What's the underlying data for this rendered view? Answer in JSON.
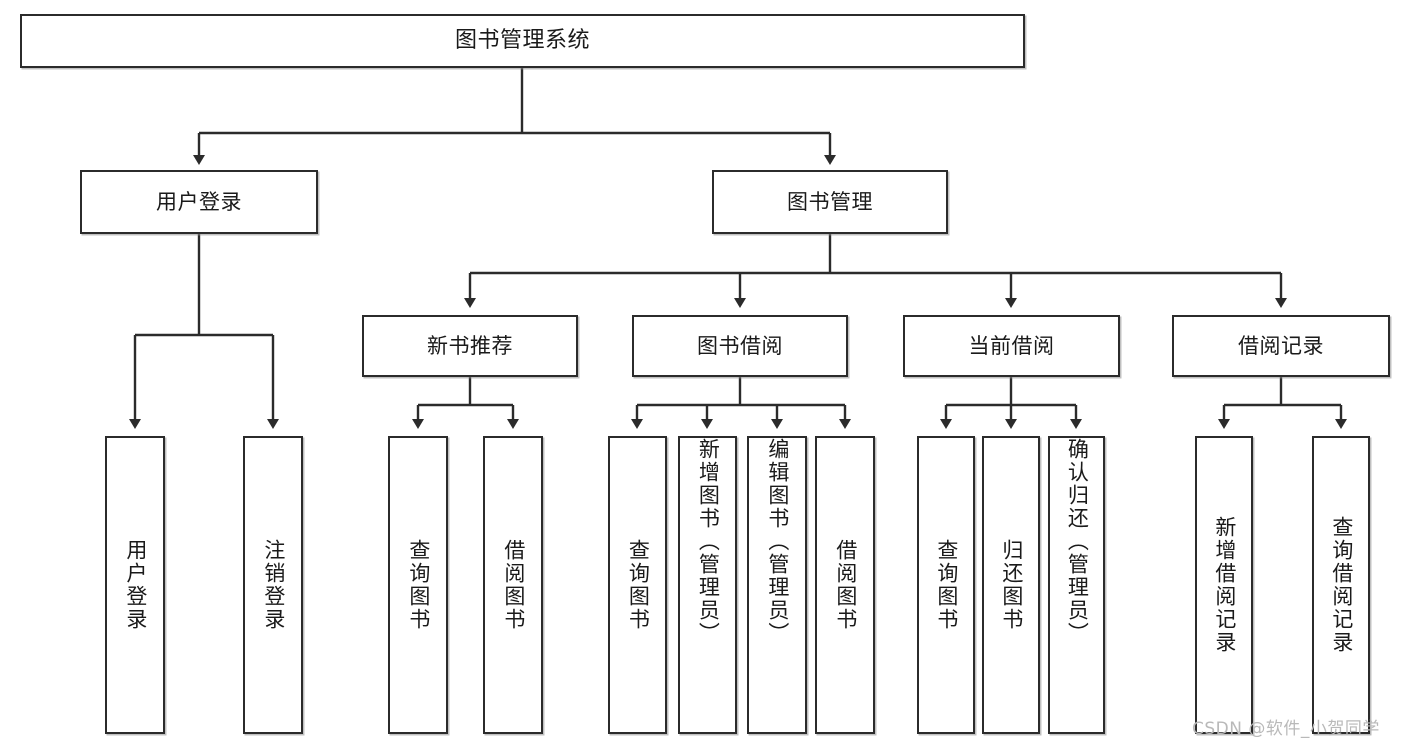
{
  "diagram": {
    "title": "图书管理系统",
    "type": "functional-structure-tree",
    "root": {
      "label": "图书管理系统"
    },
    "level2": [
      {
        "label": "用户登录"
      },
      {
        "label": "图书管理"
      }
    ],
    "level3": [
      {
        "label": "新书推荐"
      },
      {
        "label": "图书借阅"
      },
      {
        "label": "当前借阅"
      },
      {
        "label": "借阅记录"
      }
    ],
    "leaves": {
      "user_login": [
        {
          "label": "用户登录"
        },
        {
          "label": "注销登录"
        }
      ],
      "new_book_recommend": [
        {
          "label": "查询图书"
        },
        {
          "label": "借阅图书"
        }
      ],
      "book_borrow": [
        {
          "label": "查询图书"
        },
        {
          "label": "新增图书（管理员）"
        },
        {
          "label": "编辑图书（管理员）"
        },
        {
          "label": "借阅图书"
        }
      ],
      "current_borrow": [
        {
          "label": "查询图书"
        },
        {
          "label": "归还图书"
        },
        {
          "label": "确认归还（管理员）"
        }
      ],
      "borrow_record": [
        {
          "label": "新增借阅记录"
        },
        {
          "label": "查询借阅记录"
        }
      ]
    }
  },
  "watermark": {
    "text": "CSDN @软件_小贺同学"
  },
  "colors": {
    "border": "#2b2b2b",
    "background": "#ffffff",
    "text": "#1a1a1a",
    "watermark": "#b9b9b9"
  }
}
